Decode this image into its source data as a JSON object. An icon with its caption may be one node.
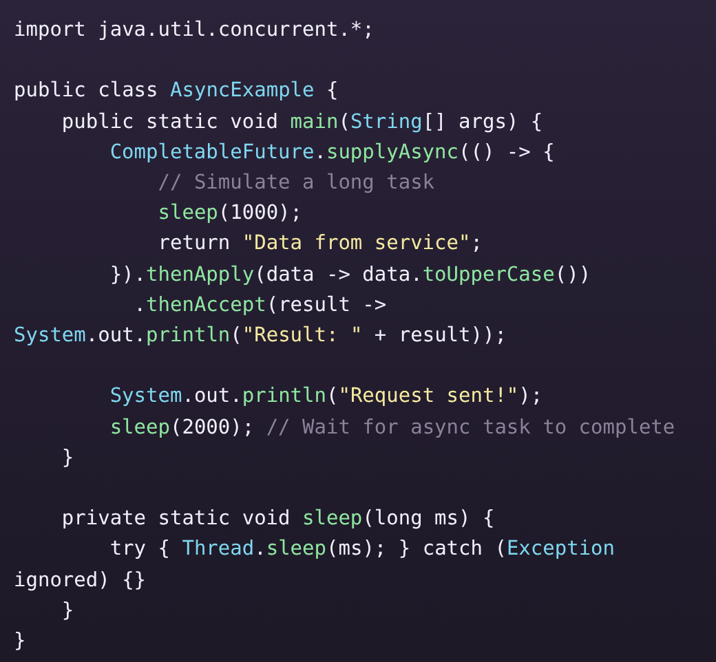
{
  "diagram": {
    "labels": [
      "import java.util.concurrent.*;",
      "public class AsyncExample {",
      "public static void main(String[] args) {",
      "CompletableFuture.supplyAsync(() -> {",
      "// Simulate a long task",
      "sleep(1000);",
      "return \"Data from service\";",
      "}).thenApply(data -> data.toUpperCase())",
      ".thenAccept(result ->",
      "System.out.println(\"Result: \" + result));",
      "System.out.println(\"Request sent!\");",
      "sleep(2000); // Wait for async task to complete",
      "}",
      "private static void sleep(long ms) {",
      "try { Thread.sleep(ms); } catch (Exception",
      "ignored) {}",
      "}",
      "}"
    ]
  }
}
